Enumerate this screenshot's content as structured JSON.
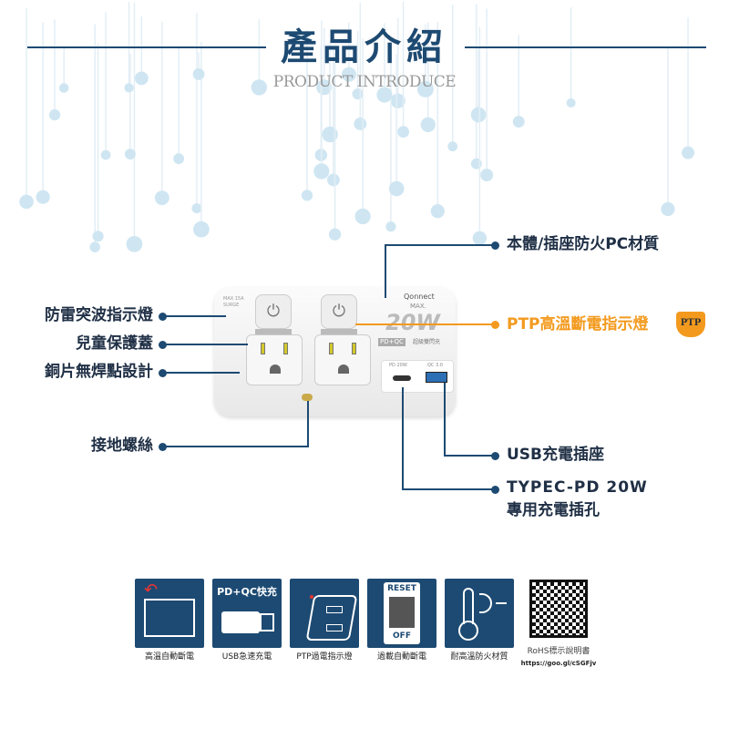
{
  "header": {
    "title": "產品介紹",
    "subtitle": "PRODUCT INTRODUCE"
  },
  "product": {
    "brand": "Qonnect",
    "max_label": "MAX.",
    "wattage": "20W",
    "pdqc_badge": "PD+QC",
    "feature_text": "超級雙閃充",
    "pd_port_label": "PD 20W",
    "qc_port_label": "QC 3.0",
    "surge_text": "MAX 15A SURGE"
  },
  "callouts": {
    "left": [
      "防雷突波指示燈",
      "兒童保護蓋",
      "銅片無焊點設計",
      "接地螺絲"
    ],
    "right": [
      "本體/插座防火PC材質",
      "PTP高溫斷電指示燈",
      "USB充電插座"
    ],
    "typec_line1": "TYPEC-PD 20W",
    "typec_line2": "專用充電插孔",
    "ptp_badge": "PTP"
  },
  "colors": {
    "navy": "#1d4a72",
    "orange": "#f39a1e"
  },
  "features": [
    {
      "icon": "thermal-cutoff-icon",
      "caption": "高溫自動斷電"
    },
    {
      "icon": "usb-icon",
      "caption": "USB急速充電",
      "title": "PD+QC快充"
    },
    {
      "icon": "ptp-indicator-icon",
      "caption": "PTP過電指示燈"
    },
    {
      "icon": "reset-switch-icon",
      "caption": "過載自動斷電",
      "reset": "RESET",
      "off": "OFF"
    },
    {
      "icon": "thermometer-icon",
      "caption": "耐高溫防火材質"
    }
  ],
  "qr": {
    "caption": "RoHS標示說明書",
    "url": "https://goo.gl/cSGFjv"
  }
}
